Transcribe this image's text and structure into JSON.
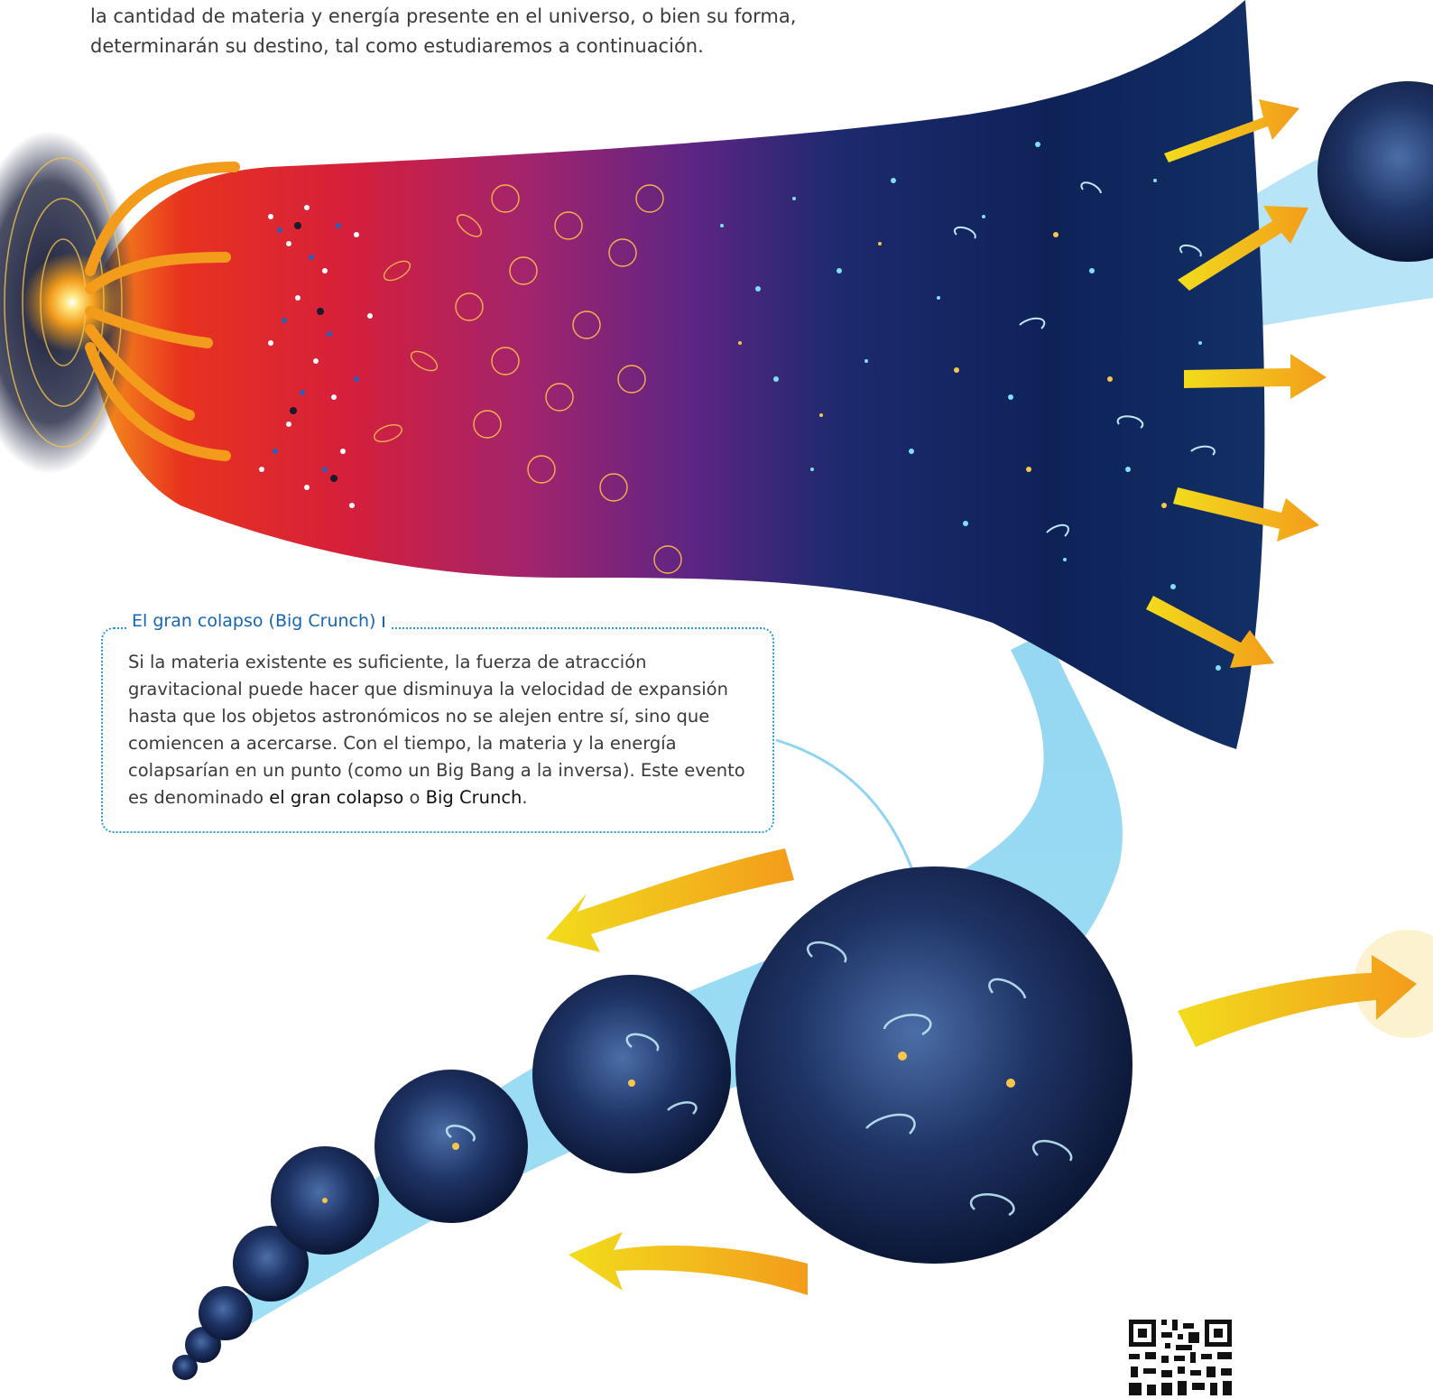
{
  "intro": {
    "line1": "la cantidad de materia y energía presente en el universo, o bien su forma,",
    "line2": "determinarán su destino, tal como estudiaremos a continuación."
  },
  "callout": {
    "title": "El gran colapso (Big Crunch)",
    "body_prefix": "Si la materia existente es suficiente, la fuerza de atracción gravitacional puede hacer que disminuya la velocidad de expansión hasta que los objetos astronómicos no se alejen entre sí, sino que comiencen a acercarse. Con el tiempo, la materia y la energía colapsarían en un punto (como un Big Bang a la inversa). Este evento es denominado ",
    "term1": "el gran colapso",
    "connector": " o ",
    "term2": "Big Crunch",
    "body_suffix": "."
  },
  "colors": {
    "title_blue": "#1565b3",
    "border_blue": "#2a9ad6",
    "text_gray": "#3a3a3a",
    "arrow_orange": "#f39c1b",
    "arrow_yellow": "#f2dc1c",
    "space_navy": "#0d1b45"
  },
  "icons": {
    "qr": "qr-code-icon"
  }
}
